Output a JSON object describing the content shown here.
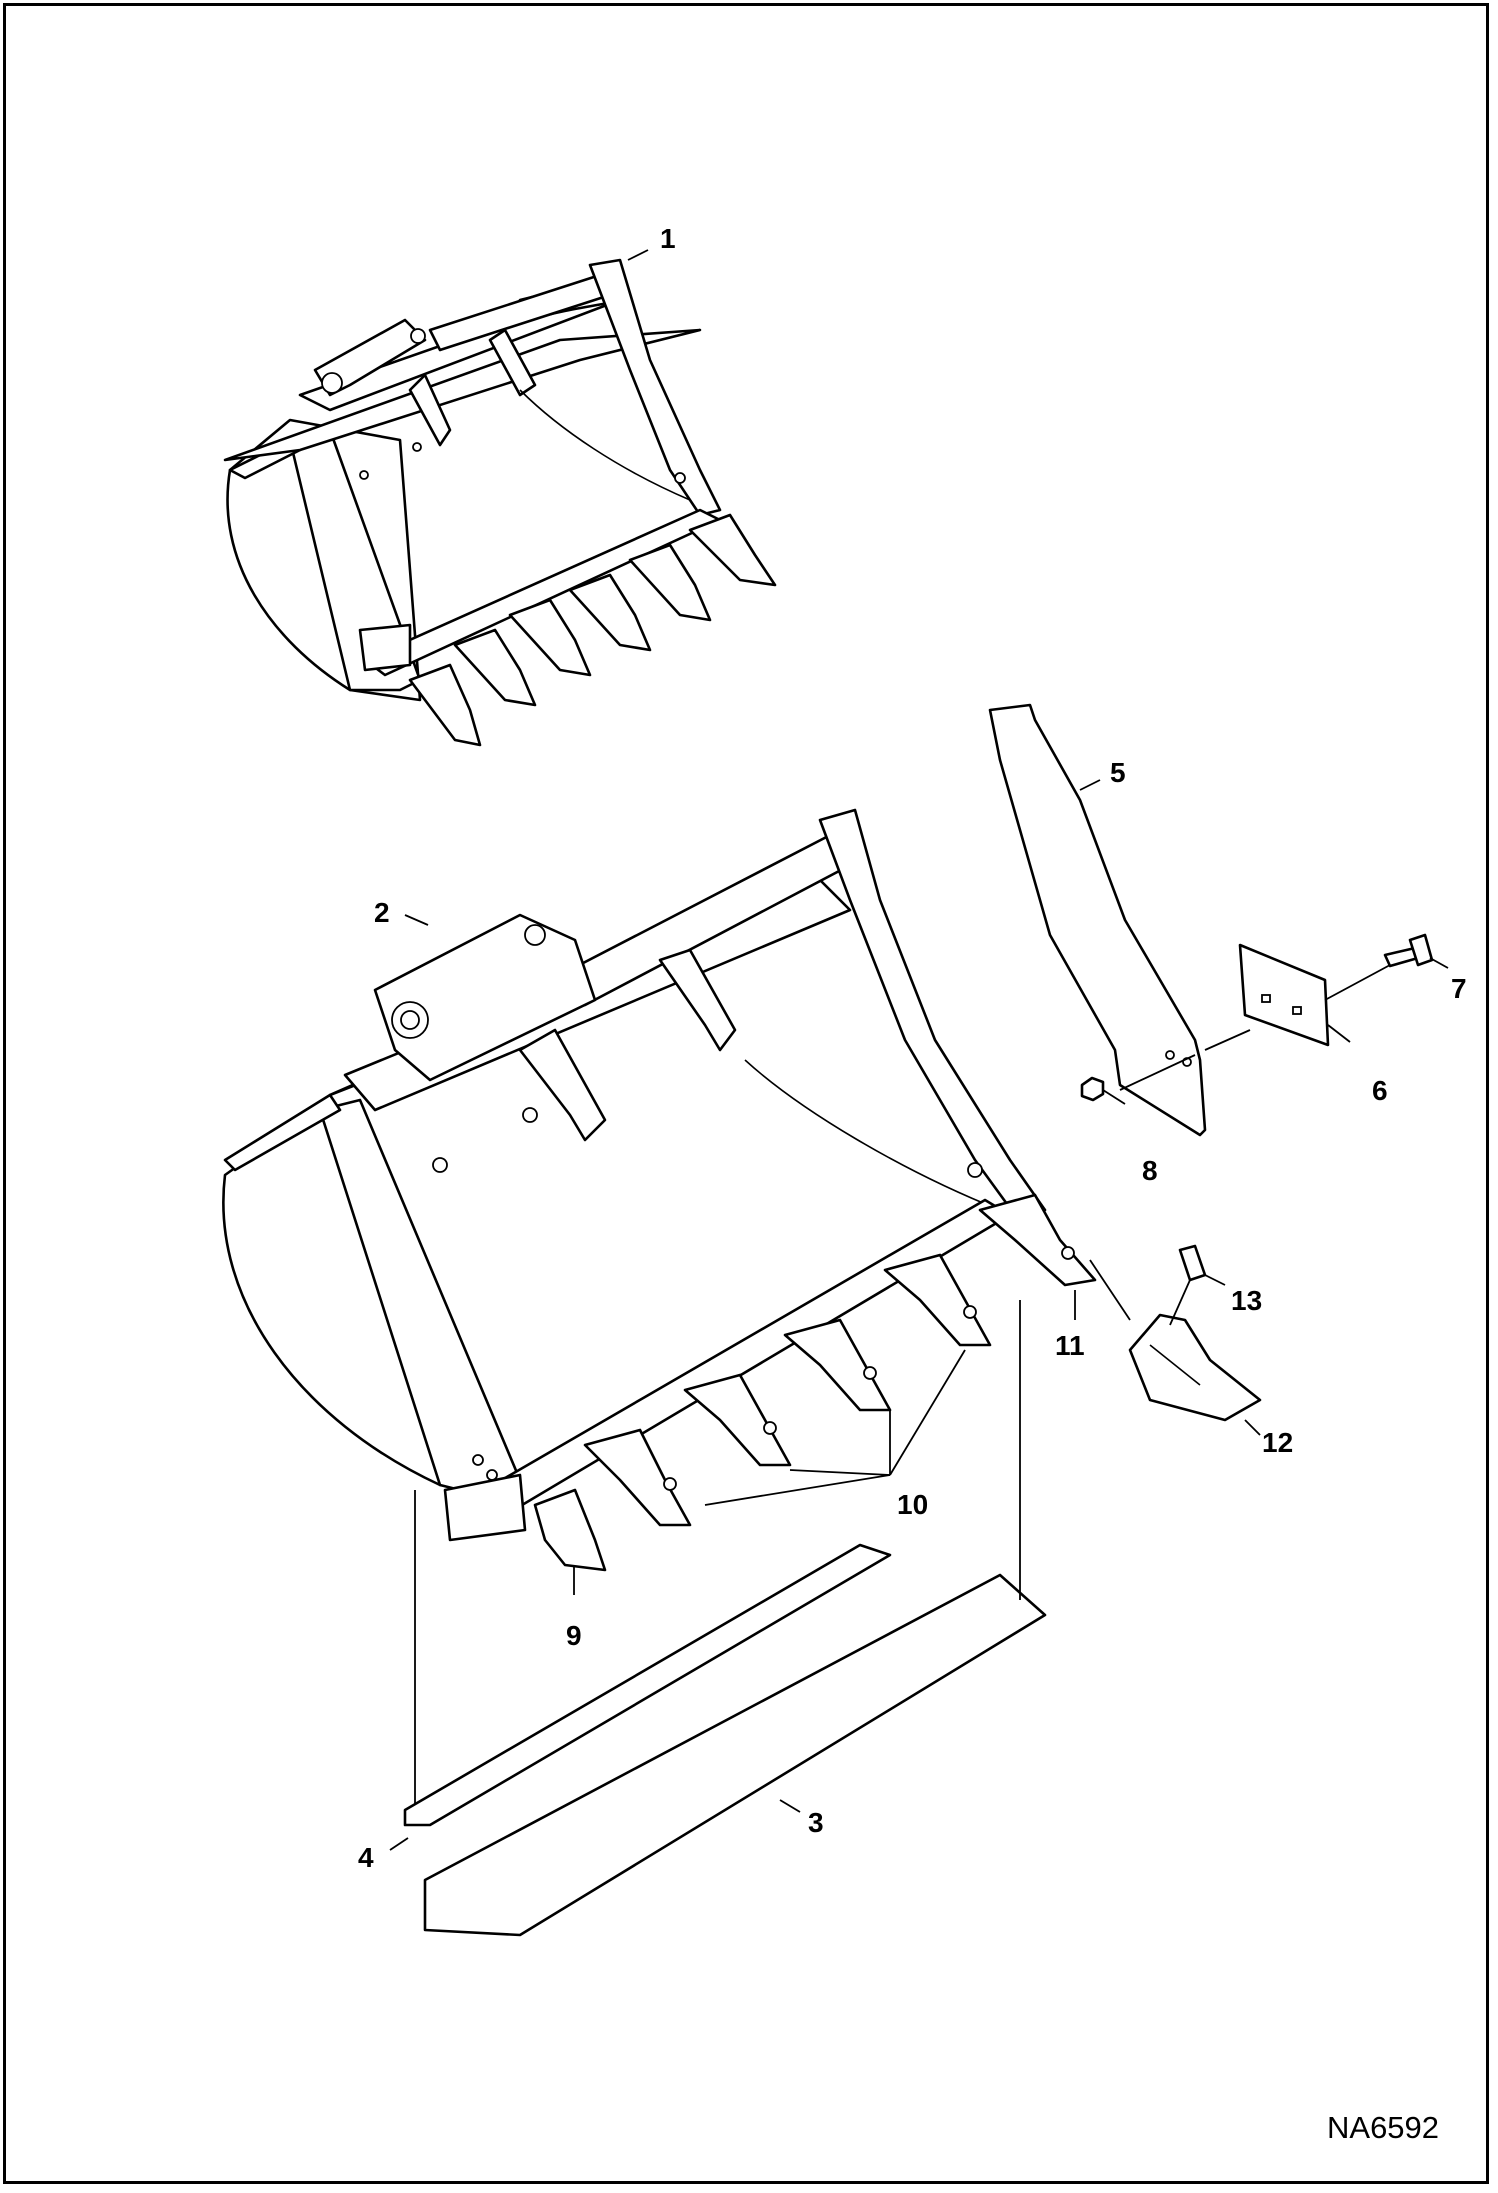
{
  "figure_id": "NA6592",
  "callouts": [
    {
      "id": "1",
      "label": "1"
    },
    {
      "id": "2",
      "label": "2"
    },
    {
      "id": "3",
      "label": "3"
    },
    {
      "id": "4",
      "label": "4"
    },
    {
      "id": "5",
      "label": "5"
    },
    {
      "id": "6",
      "label": "6"
    },
    {
      "id": "7",
      "label": "7"
    },
    {
      "id": "8",
      "label": "8"
    },
    {
      "id": "9",
      "label": "9"
    },
    {
      "id": "10",
      "label": "10"
    },
    {
      "id": "11",
      "label": "11"
    },
    {
      "id": "12",
      "label": "12"
    },
    {
      "id": "13",
      "label": "13"
    }
  ]
}
